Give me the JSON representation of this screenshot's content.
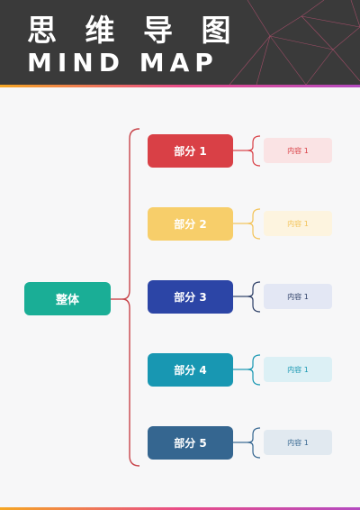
{
  "header": {
    "title_cn": "思 维 导 图",
    "title_en": "MIND MAP",
    "background_color": "#3a3a3a",
    "accent_gradient": [
      "#f5a623",
      "#e94c89",
      "#b44ac0"
    ]
  },
  "mindmap": {
    "root": {
      "label": "整体",
      "color": "#1aae96"
    },
    "branches": [
      {
        "label": "部分 1",
        "color": "#d94046",
        "content": {
          "label": "内容 1",
          "bg": "#fae3e4",
          "text_color": "#d94046"
        }
      },
      {
        "label": "部分 2",
        "color": "#f7ce6a",
        "content": {
          "label": "内容 1",
          "bg": "#fdf4df",
          "text_color": "#f3c358"
        }
      },
      {
        "label": "部分 3",
        "color": "#2c45a6",
        "content": {
          "label": "内容 1",
          "bg": "#e3e7f4",
          "text_color": "#2c3e66"
        }
      },
      {
        "label": "部分 4",
        "color": "#1897b2",
        "content": {
          "label": "内容 1",
          "bg": "#dcf0f5",
          "text_color": "#1897b2"
        }
      },
      {
        "label": "部分 5",
        "color": "#356690",
        "content": {
          "label": "内容 1",
          "bg": "#e1e9f0",
          "text_color": "#356690"
        }
      }
    ],
    "bracket_color": "#c8444a"
  }
}
